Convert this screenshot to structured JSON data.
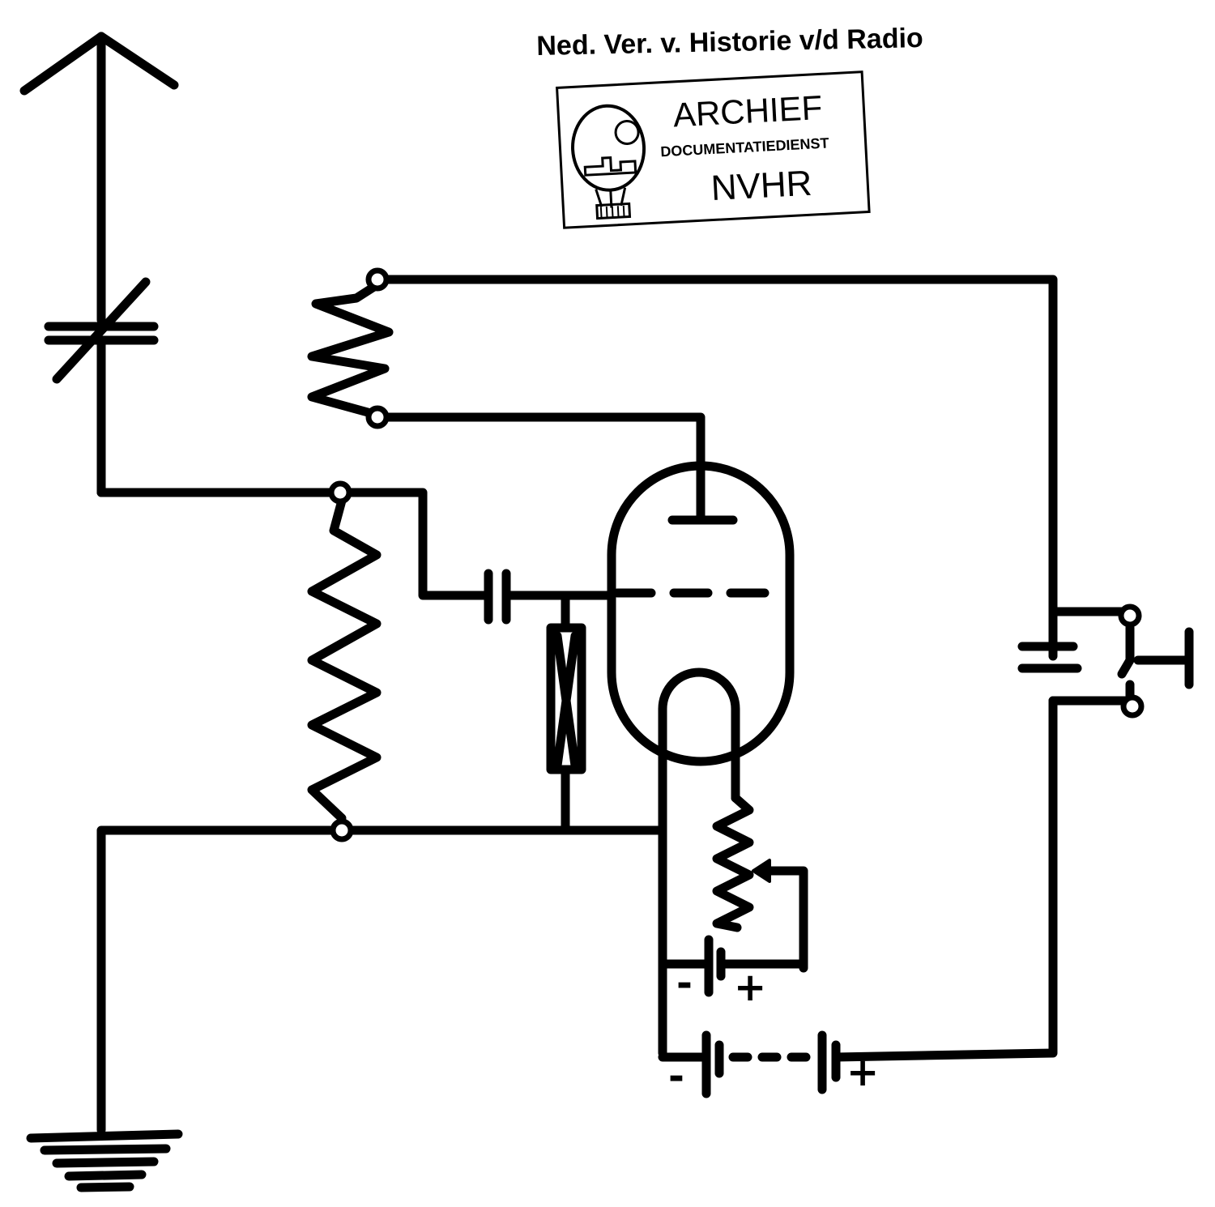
{
  "header": {
    "text": "Ned. Ver. v. Historie v/d Radio"
  },
  "stamp": {
    "line1": "ARCHIEF",
    "line2": "DOCUMENTATIEDIENST",
    "line3": "NVHR"
  },
  "battery_labels": {
    "filament_minus": "-",
    "filament_plus": "+",
    "ht_minus": "-",
    "ht_plus": "+"
  }
}
